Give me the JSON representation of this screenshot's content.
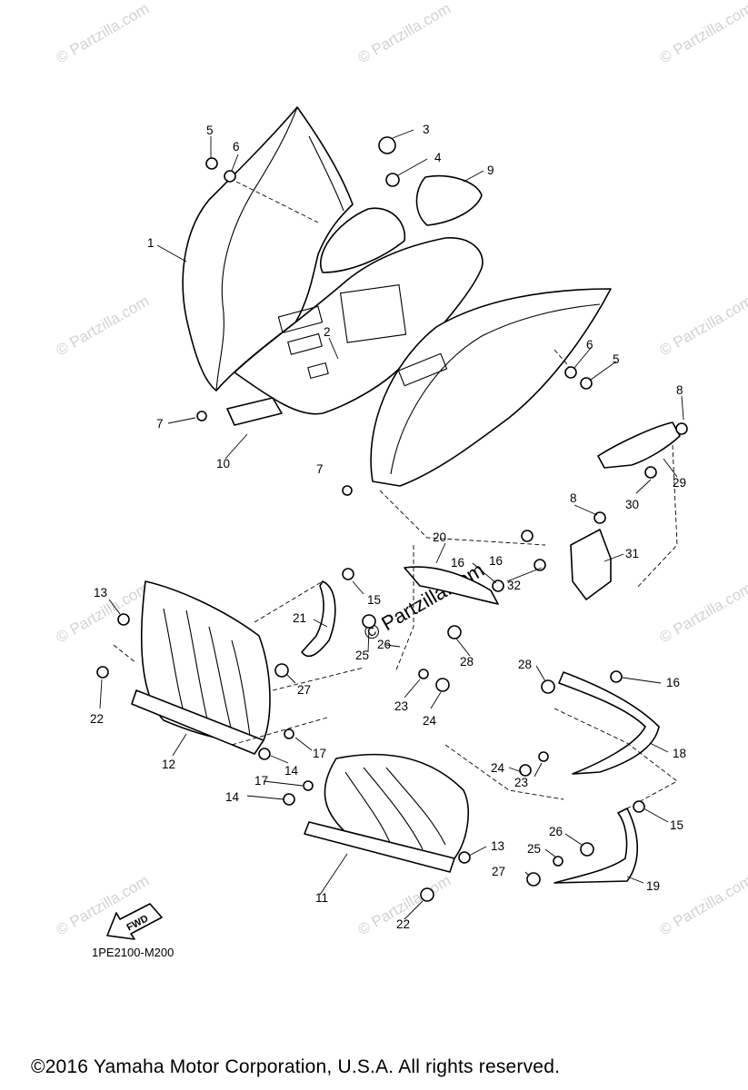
{
  "drawing_code": "1PE2100-M200",
  "copyright": "©2016  Yamaha Motor Corporation, U.S.A. All rights reserved.",
  "watermark": "© Partzilla.com",
  "fwd_label": "FWD",
  "callouts": [
    "1",
    "2",
    "3",
    "4",
    "5",
    "5",
    "6",
    "6",
    "7",
    "7",
    "8",
    "8",
    "9",
    "10",
    "11",
    "12",
    "13",
    "13",
    "14",
    "14",
    "15",
    "15",
    "16",
    "16",
    "16",
    "17",
    "17",
    "18",
    "19",
    "20",
    "21",
    "22",
    "22",
    "23",
    "23",
    "24",
    "24",
    "25",
    "25",
    "26",
    "26",
    "27",
    "27",
    "28",
    "28",
    "29",
    "30",
    "31",
    "32"
  ]
}
